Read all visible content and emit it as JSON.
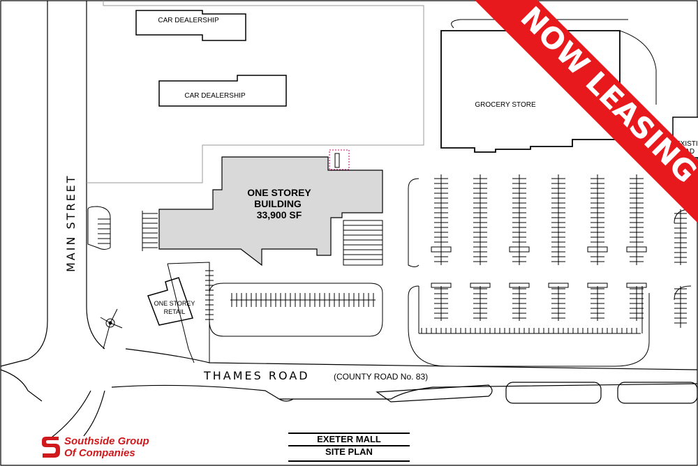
{
  "banner": {
    "text": "NOW LEASING",
    "color": "#e8191c"
  },
  "buildings": {
    "car_dealership_1": "CAR DEALERSHIP",
    "car_dealership_2": "CAR DEALERSHIP",
    "grocery_store": "GROCERY STORE",
    "one_storey_building": {
      "line1": "ONE STOREY",
      "line2": "BUILDING",
      "line3": "33,900  SF"
    },
    "one_storey_retail": {
      "line1": "ONE STOREY",
      "line2": "RETAIL"
    },
    "existing_partial": {
      "line1": "EXISTIN",
      "line2": "RAD"
    }
  },
  "streets": {
    "main_street": "MAIN  STREET",
    "thames_road": "THAMES  ROAD",
    "county_road": "(COUNTY ROAD No. 83)"
  },
  "title": {
    "line1": "EXETER MALL",
    "line2": "SITE PLAN"
  },
  "logo": {
    "line1": "Southside Group",
    "line2": "Of Companies",
    "color": "#d0191c",
    "icon": "southside-s-logo-icon"
  },
  "colors": {
    "building_fill": "#d9d9d9",
    "line": "#000000"
  }
}
